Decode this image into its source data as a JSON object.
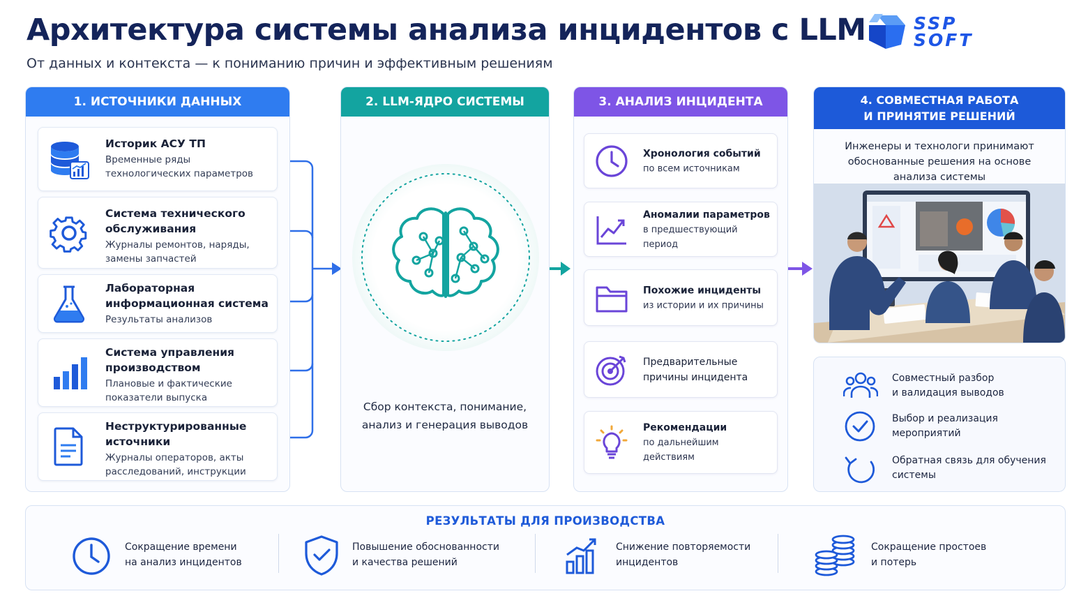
{
  "header": {
    "title": "Архитектура системы анализа инцидентов с LLM",
    "subtitle": "От данных и контекста — к пониманию причин и эффективным решениям",
    "logo_line1": "SSP",
    "logo_line2": "SOFT"
  },
  "colors": {
    "sources": "#2f7cf0",
    "core": "#13a4a0",
    "analysis": "#7e55e6",
    "decisions": "#1d5ad9"
  },
  "sources": {
    "header": "1. ИСТОЧНИКИ ДАННЫХ",
    "items": [
      {
        "icon": "database-chart-icon",
        "name": "Историк АСУ ТП",
        "desc": "Временные ряды технологических параметров"
      },
      {
        "icon": "gear-icon",
        "name": "Система технического обслуживания",
        "desc": "Журналы ремонтов, наряды, замены запчастей"
      },
      {
        "icon": "flask-icon",
        "name": "Лабораторная информационная система",
        "desc": "Результаты анализов"
      },
      {
        "icon": "bar-chart-icon",
        "name": "Система управления производством",
        "desc": "Плановые и фактические показатели выпуска"
      },
      {
        "icon": "document-icon",
        "name": "Неструктурированные источники",
        "desc": "Журналы операторов, акты расследований, инструкции"
      }
    ]
  },
  "core": {
    "header": "2. LLM-ЯДРО СИСТЕМЫ",
    "icon": "brain-network-icon",
    "caption": "Сбор контекста, понимание, анализ и генерация выводов"
  },
  "analysis": {
    "header": "3. АНАЛИЗ ИНЦИДЕНТА",
    "items": [
      {
        "icon": "clock-icon",
        "name": "Хронология событий",
        "desc": "по всем источникам"
      },
      {
        "icon": "line-chart-icon",
        "name": "Аномалии параметров",
        "desc": "в предшествующий период"
      },
      {
        "icon": "folder-icon",
        "name": "Похожие инциденты",
        "desc": "из истории и их причины"
      },
      {
        "icon": "target-icon",
        "name": "Предварительные причины инцидента",
        "desc": ""
      },
      {
        "icon": "lightbulb-icon",
        "name": "Рекомендации",
        "desc": "по дальнейшим действиям"
      }
    ]
  },
  "decisions": {
    "header_line1": "4. СОВМЕСТНАЯ РАБОТА",
    "header_line2": "И ПРИНЯТИЕ РЕШЕНИЙ",
    "desc": "Инженеры и технологи принимают обоснованные решения на основе анализа системы",
    "items": [
      {
        "icon": "team-icon",
        "line1": "Совместный разбор",
        "line2": "и валидация выводов"
      },
      {
        "icon": "check-circle-icon",
        "line1": "Выбор и реализация",
        "line2": "мероприятий"
      },
      {
        "icon": "refresh-icon",
        "line1": "Обратная связь для обучения",
        "line2": "системы"
      }
    ]
  },
  "results": {
    "title": "РЕЗУЛЬТАТЫ ДЛЯ ПРОИЗВОДСТВА",
    "items": [
      {
        "icon": "clock-icon",
        "line1": "Сокращение времени",
        "line2": "на анализ инцидентов"
      },
      {
        "icon": "shield-check-icon",
        "line1": "Повышение обоснованности",
        "line2": "и качества решений"
      },
      {
        "icon": "growth-chart-icon",
        "line1": "Снижение повторяемости",
        "line2": "инцидентов"
      },
      {
        "icon": "coins-icon",
        "line1": "Сокращение простоев",
        "line2": "и потерь"
      }
    ]
  }
}
